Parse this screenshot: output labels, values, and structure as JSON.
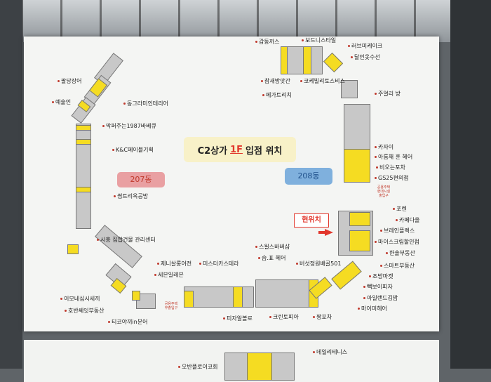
{
  "title": {
    "prefix": "C2상가 ",
    "highlight": "1F",
    "suffix": " 입점 위치"
  },
  "buildings": {
    "b207": "207동",
    "b208": "208동"
  },
  "current_location": "현위치",
  "signs": {
    "entrance_bottom": "공용주택\n부출입구",
    "entrance_right": "공용주택\n현대시설\n출입구"
  },
  "shops": {
    "s1": "팔당장어",
    "s2": "예술인",
    "s3": "동그라미인테리어",
    "s4": "막퍼주는1987바베큐",
    "s5": "K&C메이블기획",
    "s6": "썸트리옥공방",
    "s7": "시흥 집합건물 관리센터",
    "s8": "이모네심시세끼",
    "s9": "호반쎄잇부동산",
    "s10": "티코야끼in분어",
    "s11": "제니살롱어전",
    "s12": "세븐일레븐",
    "s13": "미스터카스테라",
    "s14": "피자알볼로",
    "s15": "스윌스바버샵",
    "s16": "습.표 헤어",
    "s17": "버섯정원배골501",
    "s18": "크린토피아",
    "s19": "짱포차",
    "s20": "감동까스",
    "s21": "보드니스타일",
    "s22": "참새방앗간",
    "s23": "코케빌리토스비스",
    "s24": "메가트리치",
    "s25": "러브미케이크",
    "s26": "달인옷수선",
    "s27": "주얼리 방",
    "s28": "카자이",
    "s29": "아름채 훈 헤어",
    "s30": "비오는포차",
    "s31": "GS25편의점",
    "s32": "포렌",
    "s33": "카페다올",
    "s34": "브레인플렉스",
    "s35": "마이스크림할인점",
    "s36": "한솔부동산",
    "s37": "스마트부동산",
    "s38": "조방마켓",
    "s39": "빽보이피자",
    "s40": "아일랜드김밥",
    "s41": "마이미헤어"
  },
  "bottom_sheet": {
    "label1": "데일리테니스",
    "label2": "오반플로이코회"
  },
  "colors": {
    "occupied": "#f5dc22",
    "vacant": "#c8c8c8",
    "accent": "#e2372c"
  }
}
